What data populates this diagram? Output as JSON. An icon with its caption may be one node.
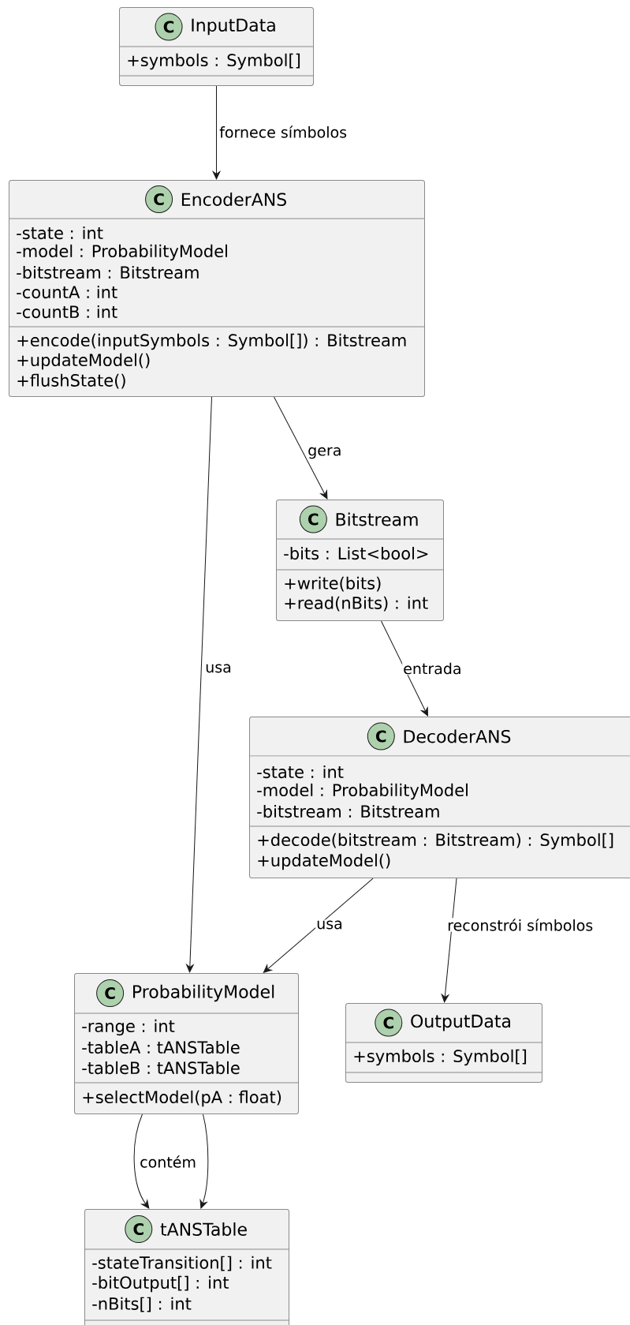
{
  "diagram": {
    "nodes": [
      {
        "text": [
          "C",
          "InputData",
          "+symbols : Symbol[]"
        ]
      },
      {
        "text": [
          "C",
          "EncoderANS",
          "-state : int",
          "-model : ProbabilityModel",
          "-bitstream : Bitstream",
          "-countA : int",
          "-countB : int",
          "+encode(inputSymbols : Symbol[]) : Bitstream",
          "+updateModel()",
          "+flushState()"
        ]
      },
      {
        "text": [
          "C",
          "Bitstream",
          "-bits : List<bool>",
          "+write(bits)",
          "+read(nBits) : int"
        ]
      },
      {
        "text": [
          "C",
          "DecoderANS",
          "-state : int",
          "-model : ProbabilityModel",
          "-bitstream : Bitstream",
          "+decode(bitstream : Bitstream) : Symbol[]",
          "+updateModel()"
        ]
      },
      {
        "text": [
          "C",
          "ProbabilityModel",
          "-range : int",
          "-tableA : tANSTable",
          "-tableB : tANSTable",
          "+selectModel(pA : float)"
        ]
      },
      {
        "text": [
          "C",
          "OutputData",
          "+symbols : Symbol[]"
        ]
      },
      {
        "text": [
          "C",
          "tANSTable",
          "-stateTransition[] : int",
          "-bitOutput[] : int",
          "-nBits[] : int"
        ]
      }
    ],
    "edges": [
      {
        "from": 0,
        "to": 1,
        "arrow": "to",
        "label": "fornece símbolos"
      },
      {
        "from": 1,
        "to": 2,
        "arrow": "to",
        "label": "gera"
      },
      {
        "from": 1,
        "to": 4,
        "arrow": "to",
        "label": "usa"
      },
      {
        "from": 2,
        "to": 3,
        "arrow": "to",
        "label": "entrada"
      },
      {
        "from": 3,
        "to": 4,
        "arrow": "to",
        "label": "usa"
      },
      {
        "from": 3,
        "to": 5,
        "arrow": "to",
        "label": "reconstrói símbolos"
      },
      {
        "from": 4,
        "to": 6,
        "arrow": "to",
        "label": "contém"
      },
      {
        "from": 4,
        "to": 6,
        "arrow": "to"
      }
    ]
  }
}
